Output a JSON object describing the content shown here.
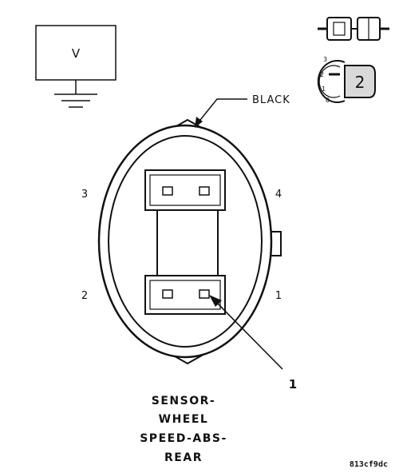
{
  "meter": {
    "label": "V"
  },
  "wire": {
    "color_label": "BLACK"
  },
  "pins": {
    "p1": "1",
    "p2": "2",
    "p3": "3",
    "p4": "4"
  },
  "callout": {
    "number": "1"
  },
  "title": {
    "line1": "SENSOR-",
    "line2": "WHEEL",
    "line3": "SPEED-ABS-",
    "line4": "REAR"
  },
  "reference_code": "813cf9dc",
  "lead_icon": {
    "scale_3": "3",
    "scale_2": "2",
    "scale_1": "1",
    "scale_0": "0",
    "number": "2"
  },
  "colors": {
    "line": "#111111",
    "background": "#ffffff",
    "lead_fill": "#d9d9d9"
  }
}
